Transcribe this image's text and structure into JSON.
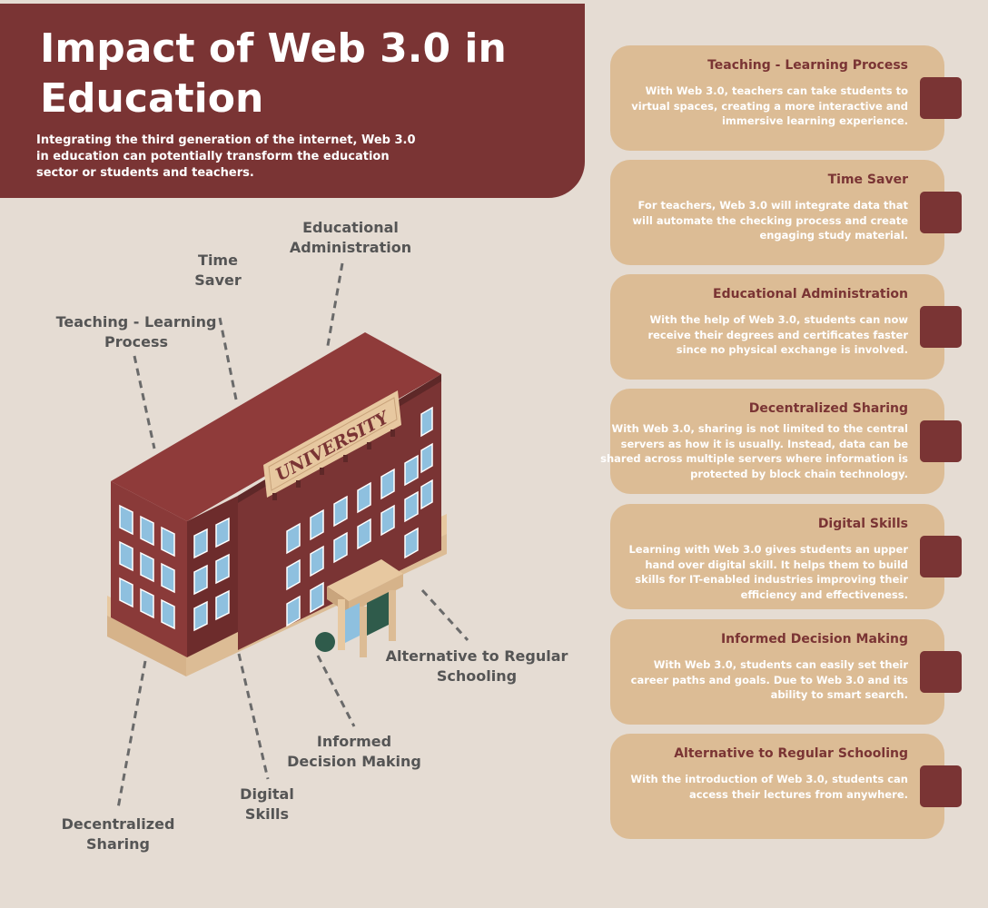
{
  "header": {
    "title": "Impact of Web 3.0 in Education",
    "subtitle": "Integrating the third generation of the internet, Web 3.0 in education can potentially transform the education sector or students and teachers."
  },
  "building": {
    "sign": "UNIVERSITY"
  },
  "labels": {
    "teaching": "Teaching - Learning Process",
    "time_saver": "Time Saver",
    "admin": "Educational Administration",
    "alternative": "Alternative to Regular Schooling",
    "informed": "Informed Decision Making",
    "digital": "Digital Skills",
    "decentralized": "Decentralized Sharing"
  },
  "cards": [
    {
      "title": "Teaching - Learning Process",
      "text": "With Web 3.0, teachers can take students to virtual spaces, creating a more interactive and immersive learning experience."
    },
    {
      "title": "Time Saver",
      "text": "For teachers, Web 3.0 will integrate data that will automate the checking process and create engaging study material."
    },
    {
      "title": "Educational Administration",
      "text": "With the help of Web 3.0, students can now receive their degrees and certificates faster since no physical exchange is involved."
    },
    {
      "title": "Decentralized Sharing",
      "text": "With Web 3.0, sharing is not limited to the central servers as how it is usually. Instead, data can be shared across multiple servers where information is protected by block chain technology."
    },
    {
      "title": "Digital Skills",
      "text": "Learning with Web 3.0 gives students an upper hand over digital skill. It helps them to build skills for IT-enabled industries improving their efficiency and effectiveness."
    },
    {
      "title": "Informed Decision Making",
      "text": "With Web 3.0, students can easily set their career paths and goals. Due to Web 3.0 and its ability to smart search."
    },
    {
      "title": "Alternative to Regular Schooling",
      "text": "With the introduction of Web 3.0, students can access their lectures from anywhere."
    }
  ],
  "colors": {
    "brand": "#7a3434",
    "card": "#dcbc95",
    "background": "#e5dcd3",
    "label": "#555555"
  }
}
